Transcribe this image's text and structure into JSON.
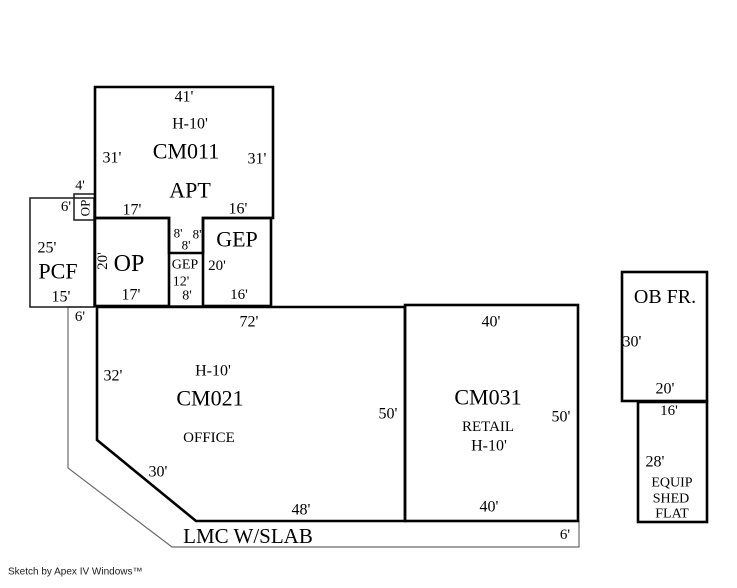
{
  "footer": {
    "credit": "Sketch by Apex IV Windows™"
  },
  "colors": {
    "line": "#000000",
    "thin_line": "#6b6b6b",
    "background": "#ffffff"
  },
  "areas": {
    "cm011": {
      "code": "CM011",
      "use": "APT",
      "height_note": "H-10'",
      "dim_top": "41'",
      "dim_left": "31'",
      "dim_right": "31'",
      "dim_bottom_left": "17'",
      "dim_bottom_right": "16'"
    },
    "op_porch": {
      "label": "OP",
      "dim_width": "4'",
      "dim_height": "6'"
    },
    "pcf": {
      "label": "PCF",
      "dim_left": "25'",
      "dim_bottom": "15'"
    },
    "op": {
      "label": "OP",
      "dim_left": "20'",
      "dim_bottom": "17'"
    },
    "notch": {
      "dim_left": "8'",
      "dim_right": "8'",
      "dim_bottom": "8'"
    },
    "gep_small": {
      "label": "GEP",
      "dim_left": "12'",
      "dim_bottom": "8'"
    },
    "gep": {
      "label": "GEP",
      "dim_left": "20'",
      "dim_bottom": "16'"
    },
    "cm021": {
      "code": "CM021",
      "use": "OFFICE",
      "height_note": "H-10'",
      "dim_top": "72'",
      "dim_offset_left": "6'",
      "dim_left": "32'",
      "dim_diagonal": "30'",
      "dim_bottom": "48'",
      "dim_right": "50'"
    },
    "cm031": {
      "code": "CM031",
      "use": "RETAIL",
      "height_note": "H-10'",
      "dim_top": "40'",
      "dim_right": "50'",
      "dim_bottom": "40'"
    },
    "lmc": {
      "label": "LMC W/SLAB",
      "dim_right": "6'"
    },
    "ob_fr": {
      "label": "OB FR.",
      "dim_left": "30'",
      "dim_bottom": "20'"
    },
    "equip_shed": {
      "label_lines": [
        "EQUIP",
        "SHED",
        "FLAT"
      ],
      "dim_top": "16'",
      "dim_left": "28'"
    }
  }
}
